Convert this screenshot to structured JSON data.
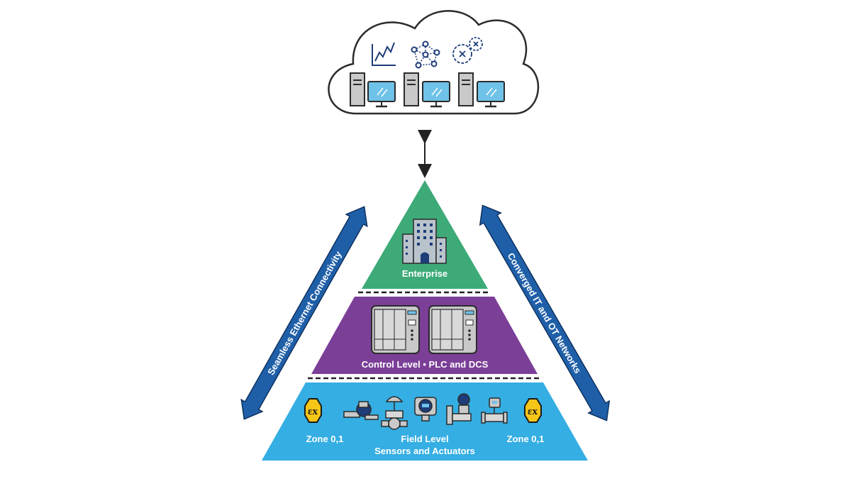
{
  "diagram": {
    "pyramid": {
      "enterprise_label": "Enterprise",
      "control_label": "Control Level • PLC and DCS",
      "field": {
        "zone_left": "Zone 0,1",
        "zone_right": "Zone 0,1",
        "title_line1": "Field Level",
        "title_line2": "Sensors and Actuators",
        "ex_symbol": "εx"
      }
    },
    "side_arrows": {
      "left_label": "Seamless Ethernet Connectivity",
      "right_label": "Converged IT and OT Networks"
    },
    "colors": {
      "enterprise": "#3daa78",
      "control": "#7b3f98",
      "field": "#35aee3",
      "arrow_blue": "#1f5fa8",
      "icon_navy": "#1d3c78",
      "ex_yellow": "#f5c518"
    }
  }
}
